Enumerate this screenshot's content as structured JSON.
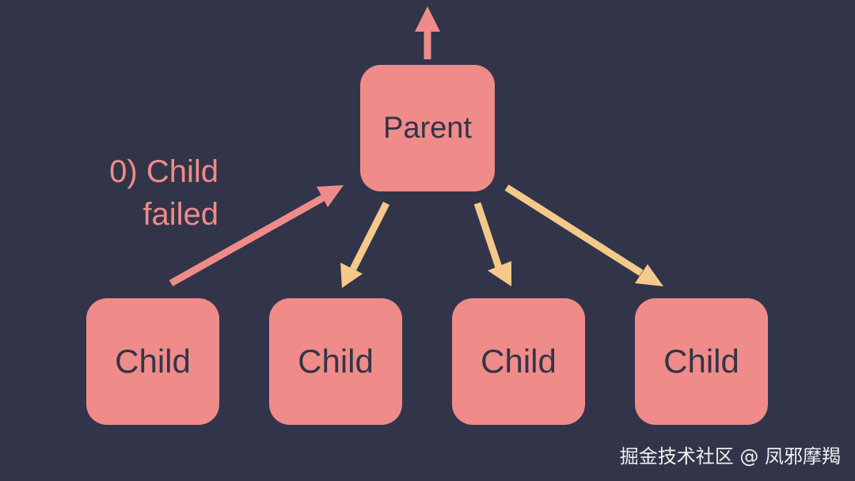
{
  "diagram": {
    "parent_label": "Parent",
    "children": [
      {
        "label": "Child"
      },
      {
        "label": "Child"
      },
      {
        "label": "Child"
      },
      {
        "label": "Child"
      }
    ],
    "annotation": {
      "line1": "0) Child",
      "line2": "failed"
    },
    "colors": {
      "background": "#323549",
      "node_fill": "#ef8b89",
      "node_text": "#323549",
      "failure_arrow": "#ef8b89",
      "restart_arrow": "#f4c98a"
    }
  },
  "watermark": "掘金技术社区 @ 凤邪摩羯"
}
